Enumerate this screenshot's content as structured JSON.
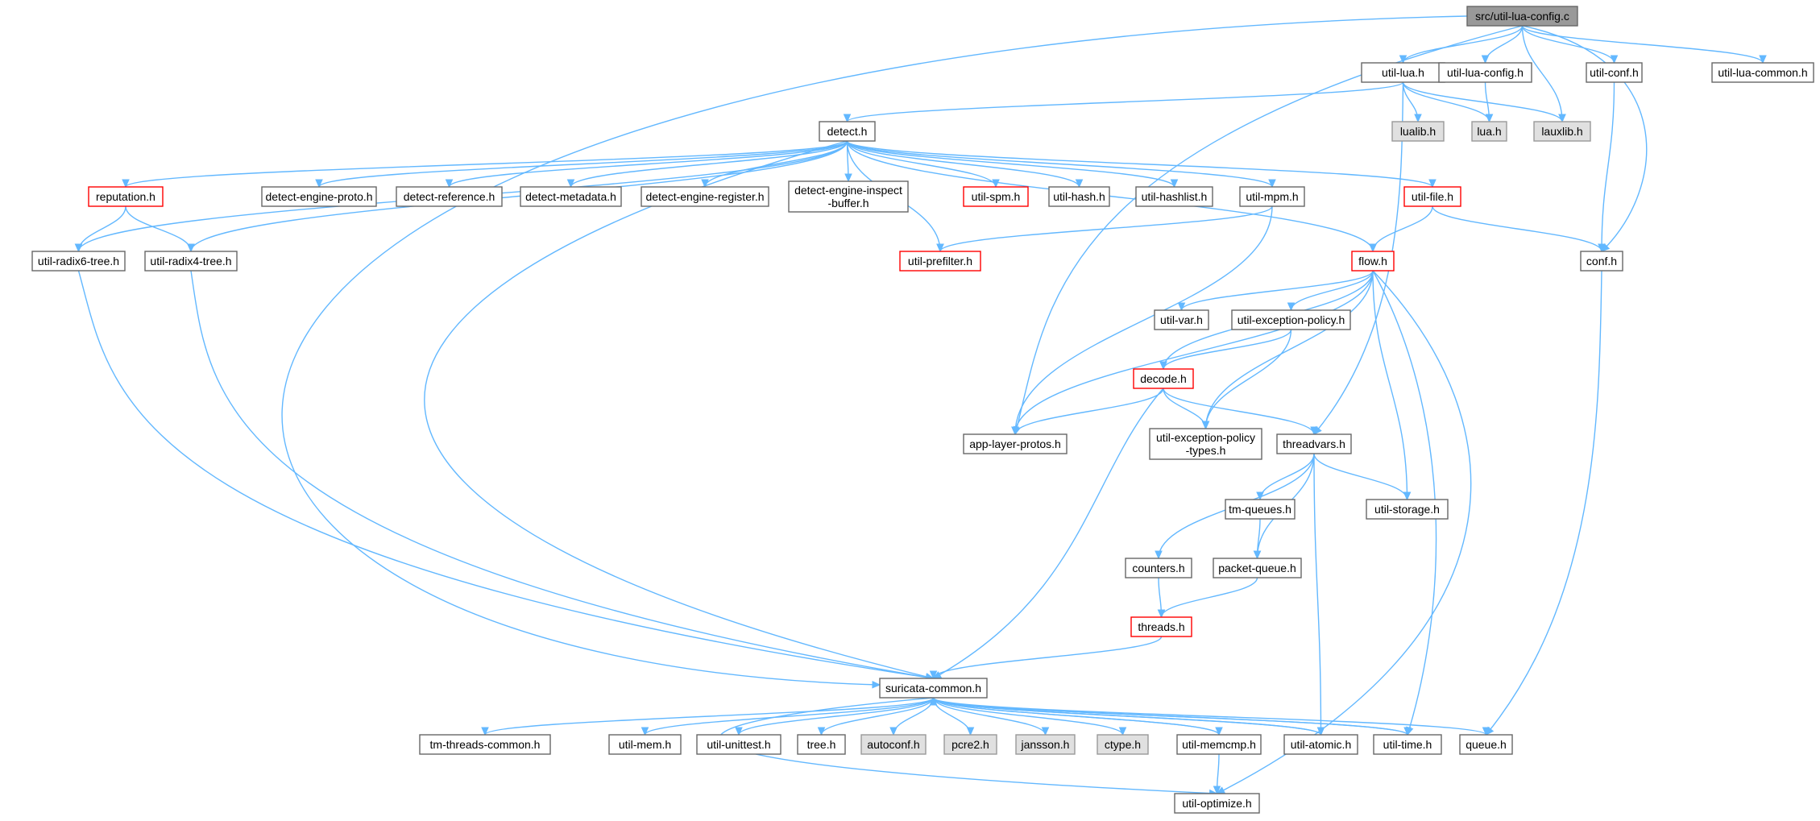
{
  "graph": {
    "edge_color": "#63b8ff",
    "root_fill": "#999999",
    "system_fill": "#e0e0e0",
    "border_color": "#666666",
    "highlight_border": "#ff0000",
    "nodes": [
      {
        "id": "root",
        "label": "src/util-lua-config.c",
        "kind": "root"
      },
      {
        "id": "util_lua",
        "label": "util-lua.h"
      },
      {
        "id": "util_lua_config_h",
        "label": "util-lua-config.h"
      },
      {
        "id": "util_conf",
        "label": "util-conf.h"
      },
      {
        "id": "util_lua_common",
        "label": "util-lua-common.h"
      },
      {
        "id": "detect",
        "label": "detect.h"
      },
      {
        "id": "lualib",
        "label": "lualib.h",
        "kind": "sys"
      },
      {
        "id": "lua",
        "label": "lua.h",
        "kind": "sys"
      },
      {
        "id": "lauxlib",
        "label": "lauxlib.h",
        "kind": "sys"
      },
      {
        "id": "reputation",
        "label": "reputation.h",
        "kind": "red"
      },
      {
        "id": "det_eng_proto",
        "label": "detect-engine-proto.h"
      },
      {
        "id": "det_reference",
        "label": "detect-reference.h"
      },
      {
        "id": "det_metadata",
        "label": "detect-metadata.h"
      },
      {
        "id": "det_eng_register",
        "label": "detect-engine-register.h"
      },
      {
        "id": "det_eng_inspect",
        "label": "detect-engine-inspect",
        "label2": "-buffer.h"
      },
      {
        "id": "util_spm",
        "label": "util-spm.h",
        "kind": "red"
      },
      {
        "id": "util_hash",
        "label": "util-hash.h"
      },
      {
        "id": "util_hashlist",
        "label": "util-hashlist.h"
      },
      {
        "id": "util_mpm",
        "label": "util-mpm.h"
      },
      {
        "id": "util_file",
        "label": "util-file.h",
        "kind": "red"
      },
      {
        "id": "radix6",
        "label": "util-radix6-tree.h"
      },
      {
        "id": "radix4",
        "label": "util-radix4-tree.h"
      },
      {
        "id": "util_prefilter",
        "label": "util-prefilter.h",
        "kind": "red"
      },
      {
        "id": "flow",
        "label": "flow.h",
        "kind": "red"
      },
      {
        "id": "conf",
        "label": "conf.h"
      },
      {
        "id": "util_var",
        "label": "util-var.h"
      },
      {
        "id": "util_exc_policy",
        "label": "util-exception-policy.h"
      },
      {
        "id": "decode",
        "label": "decode.h",
        "kind": "red"
      },
      {
        "id": "app_layer",
        "label": "app-layer-protos.h"
      },
      {
        "id": "util_exc_types",
        "label": "util-exception-policy",
        "label2": "-types.h"
      },
      {
        "id": "threadvars",
        "label": "threadvars.h"
      },
      {
        "id": "tm_queues",
        "label": "tm-queues.h"
      },
      {
        "id": "util_storage",
        "label": "util-storage.h"
      },
      {
        "id": "counters",
        "label": "counters.h"
      },
      {
        "id": "packet_queue",
        "label": "packet-queue.h"
      },
      {
        "id": "threads",
        "label": "threads.h",
        "kind": "red"
      },
      {
        "id": "suricata_common",
        "label": "suricata-common.h"
      },
      {
        "id": "tm_threads_common",
        "label": "tm-threads-common.h"
      },
      {
        "id": "util_mem",
        "label": "util-mem.h"
      },
      {
        "id": "util_unittest",
        "label": "util-unittest.h"
      },
      {
        "id": "tree",
        "label": "tree.h"
      },
      {
        "id": "autoconf",
        "label": "autoconf.h",
        "kind": "sys"
      },
      {
        "id": "pcre2",
        "label": "pcre2.h",
        "kind": "sys"
      },
      {
        "id": "jansson",
        "label": "jansson.h",
        "kind": "sys"
      },
      {
        "id": "ctype",
        "label": "ctype.h",
        "kind": "sys"
      },
      {
        "id": "util_memcmp",
        "label": "util-memcmp.h"
      },
      {
        "id": "util_atomic",
        "label": "util-atomic.h"
      },
      {
        "id": "util_time",
        "label": "util-time.h"
      },
      {
        "id": "queue",
        "label": "queue.h"
      },
      {
        "id": "util_optimize",
        "label": "util-optimize.h"
      }
    ]
  }
}
